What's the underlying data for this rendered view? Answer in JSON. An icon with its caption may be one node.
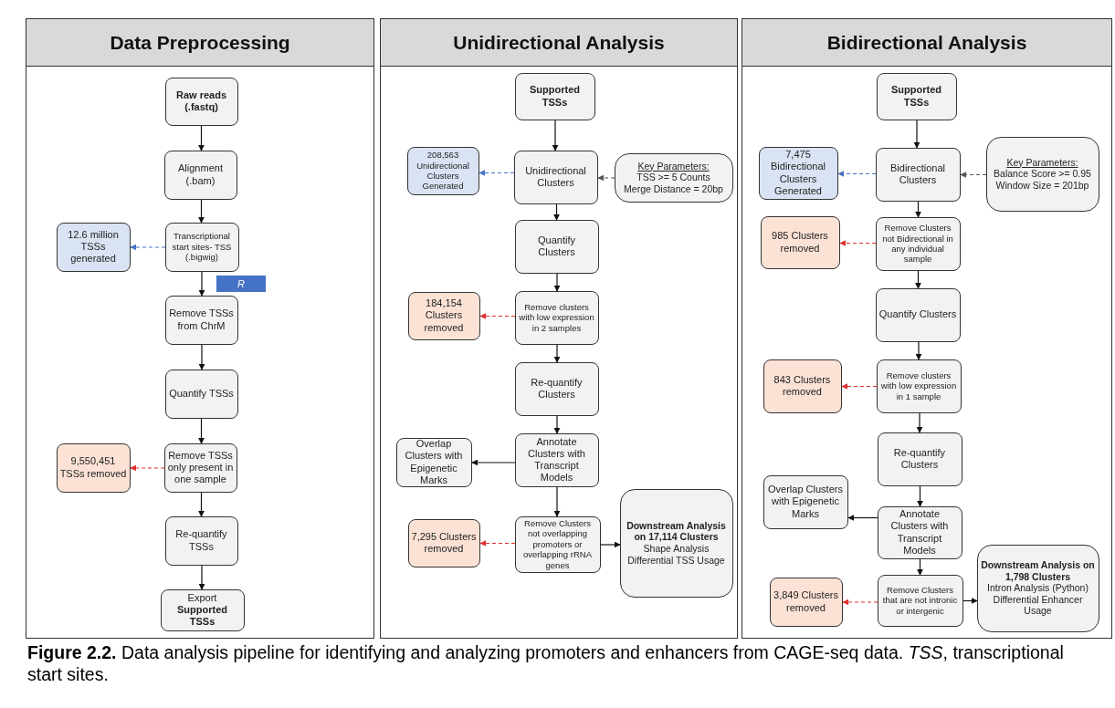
{
  "diagram": {
    "caption": "**Figure 2.2.** Data analysis pipeline for identifying and analyzing promoters and enhancers from CAGE-seq data. *TSS*, transcriptional start sites.",
    "nodes": [
      {
        "text": [
          "Data Preprocessing"
        ]
      },
      {
        "text": [
          "Raw reads (.fastq)"
        ],
        "in": 0
      },
      {
        "text": [
          "Alignment (.bam)"
        ],
        "in": 0
      },
      {
        "text": [
          "Transcriptional start sites- TSS (.bigwig)"
        ],
        "in": 0
      },
      {
        "text": [
          "12.6 million TSSs generated"
        ],
        "in": 0
      },
      {
        "text": [
          "Remove TSSs from ChrM"
        ],
        "in": 0
      },
      {
        "text": [
          "Quantify TSSs"
        ],
        "in": 0
      },
      {
        "text": [
          "Remove TSSs only present in one sample"
        ],
        "in": 0
      },
      {
        "text": [
          "9,550,451 TSSs removed"
        ],
        "in": 0
      },
      {
        "text": [
          "Re-quantify TSSs"
        ],
        "in": 0
      },
      {
        "text": [
          "Export **Supported TSSs**"
        ],
        "in": 0
      },
      {
        "text": [
          "Unidirectional Analysis"
        ]
      },
      {
        "text": [
          "Supported TSSs"
        ],
        "in": 11
      },
      {
        "text": [
          "208,563 Unidirectional Clusters Generated"
        ],
        "in": 11
      },
      {
        "text": [
          "Unidirectional Clusters"
        ],
        "in": 11
      },
      {
        "text": [
          "Key Parameters:",
          "TSS >= 5 Counts",
          "Merge Distance = 20bp"
        ],
        "in": 11
      },
      {
        "text": [
          "Quantify Clusters"
        ],
        "in": 11
      },
      {
        "text": [
          "Remove clusters with low expression in 2 samples"
        ],
        "in": 11
      },
      {
        "text": [
          "184,154 Clusters removed"
        ],
        "in": 11
      },
      {
        "text": [
          "Re-quantify Clusters"
        ],
        "in": 11
      },
      {
        "text": [
          "Overlap Clusters with Epigenetic Marks"
        ],
        "in": 11
      },
      {
        "text": [
          "Annotate Clusters with Transcript Models"
        ],
        "in": 11
      },
      {
        "text": [
          "7,295 Clusters removed"
        ],
        "in": 11
      },
      {
        "text": [
          "Remove Clusters not overlapping promoters or overlapping rRNA genes"
        ],
        "in": 11
      },
      {
        "text": [
          "Downstream Analysis on 17,114 Clusters",
          "Shape Analysis",
          "Differential TSS Usage"
        ],
        "in": 11
      },
      {
        "text": [
          "Bidirectional Analysis"
        ]
      },
      {
        "text": [
          "Supported TSSs"
        ],
        "in": 25
      },
      {
        "text": [
          "7,475 Bidirectional Clusters Generated"
        ],
        "in": 25
      },
      {
        "text": [
          "Bidirectional Clusters"
        ],
        "in": 25
      },
      {
        "text": [
          "Key Parameters:",
          "Balance Score >= 0.95",
          "Window Size = 201bp"
        ],
        "in": 25
      },
      {
        "text": [
          "985 Clusters removed"
        ],
        "in": 25
      },
      {
        "text": [
          "Remove Clusters not Bidirectional in any individual sample"
        ],
        "in": 25
      },
      {
        "text": [
          "Quantify Clusters"
        ],
        "in": 25
      },
      {
        "text": [
          "843 Clusters removed"
        ],
        "in": 25
      },
      {
        "text": [
          "Remove clusters with low expression in 1 sample"
        ],
        "in": 25
      },
      {
        "text": [
          "Re-quantify Clusters"
        ],
        "in": 25
      },
      {
        "text": [
          "Overlap Clusters with Epigenetic Marks"
        ],
        "in": 25
      },
      {
        "text": [
          "Annotate Clusters with Transcript Models"
        ],
        "in": 25
      },
      {
        "text": [
          "3,849 Clusters removed"
        ],
        "in": 25
      },
      {
        "text": [
          "Remove Clusters that are not intronic or intergenic"
        ],
        "in": 25
      },
      {
        "text": [
          "Downstream Analysis on 1,798 Clusters",
          "Intron Analysis (Python)",
          "Differential Enhancer Usage"
        ],
        "in": 25
      }
    ],
    "edges": [
      {
        "from": 1,
        "to": 2,
        "arrow": "to"
      },
      {
        "from": 2,
        "to": 3,
        "arrow": "to"
      },
      {
        "from": 3,
        "to": 4,
        "arrow": "to",
        "style": "dashed",
        "color": "#4472c4"
      },
      {
        "from": 3,
        "to": 5,
        "arrow": "to",
        "label": "R"
      },
      {
        "from": 5,
        "to": 6,
        "arrow": "to"
      },
      {
        "from": 6,
        "to": 7,
        "arrow": "to"
      },
      {
        "from": 7,
        "to": 8,
        "arrow": "to",
        "style": "dashed",
        "color": "#e03030"
      },
      {
        "from": 7,
        "to": 9,
        "arrow": "to"
      },
      {
        "from": 9,
        "to": 10,
        "arrow": "to"
      },
      {
        "from": 12,
        "to": 14,
        "arrow": "to"
      },
      {
        "from": 14,
        "to": 13,
        "arrow": "to",
        "style": "dashed",
        "color": "#4472c4"
      },
      {
        "from": 15,
        "to": 14,
        "arrow": "to",
        "style": "dashed"
      },
      {
        "from": 14,
        "to": 16,
        "arrow": "to"
      },
      {
        "from": 16,
        "to": 17,
        "arrow": "to"
      },
      {
        "from": 17,
        "to": 18,
        "arrow": "to",
        "style": "dashed",
        "color": "#e03030"
      },
      {
        "from": 17,
        "to": 19,
        "arrow": "to"
      },
      {
        "from": 19,
        "to": 21,
        "arrow": "to"
      },
      {
        "from": 21,
        "to": 20,
        "arrow": "to"
      },
      {
        "from": 21,
        "to": 23,
        "arrow": "to"
      },
      {
        "from": 23,
        "to": 22,
        "arrow": "to",
        "style": "dashed",
        "color": "#e03030"
      },
      {
        "from": 23,
        "to": 24,
        "arrow": "to"
      },
      {
        "from": 26,
        "to": 28,
        "arrow": "to"
      },
      {
        "from": 28,
        "to": 27,
        "arrow": "to",
        "style": "dashed",
        "color": "#4472c4"
      },
      {
        "from": 29,
        "to": 28,
        "arrow": "to",
        "style": "dashed"
      },
      {
        "from": 28,
        "to": 31,
        "arrow": "to"
      },
      {
        "from": 31,
        "to": 30,
        "arrow": "to",
        "style": "dashed",
        "color": "#e03030"
      },
      {
        "from": 31,
        "to": 32,
        "arrow": "to"
      },
      {
        "from": 32,
        "to": 34,
        "arrow": "to"
      },
      {
        "from": 34,
        "to": 33,
        "arrow": "to",
        "style": "dashed",
        "color": "#e03030"
      },
      {
        "from": 34,
        "to": 35,
        "arrow": "to"
      },
      {
        "from": 35,
        "to": 37,
        "arrow": "to"
      },
      {
        "from": 37,
        "to": 36,
        "arrow": "to"
      },
      {
        "from": 37,
        "to": 39,
        "arrow": "to"
      },
      {
        "from": 39,
        "to": 38,
        "arrow": "to",
        "style": "dashed",
        "color": "#e03030"
      },
      {
        "from": 39,
        "to": 40,
        "arrow": "to"
      }
    ]
  }
}
